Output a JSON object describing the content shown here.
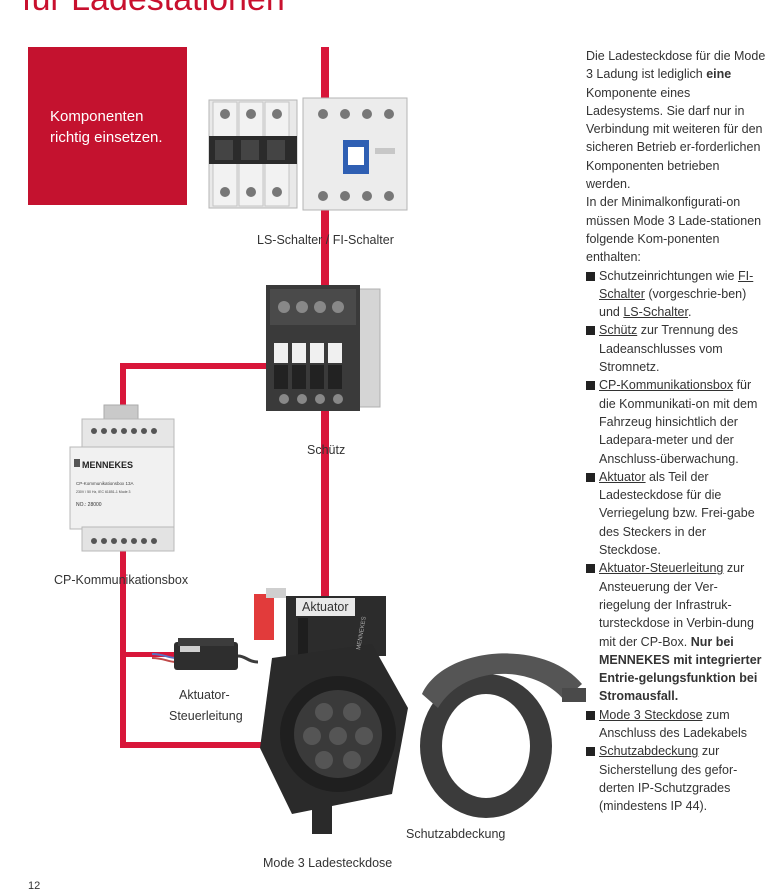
{
  "heading": "für Ladestationen",
  "red_box": {
    "line1": "Komponenten",
    "line2": "richtig einsetzen."
  },
  "labels": {
    "ls_fi": "LS-Schalter / FI-Schalter",
    "schuetz": "Schütz",
    "cp_box": "CP-Kommunikationsbox",
    "aktuator": "Aktuator",
    "aktuator_steuer_1": "Aktuator-",
    "aktuator_steuer_2": "Steuerleitung",
    "schutzabdeckung": "Schutzabdeckung",
    "mode3": "Mode 3 Ladesteckdose"
  },
  "device_text": {
    "mennekes": "MENNEKES",
    "cp_small": "CP-Kommunikationsbox 13A",
    "cp_small2": "230V / 50 Hz, IEC 61851-1 Mode 3",
    "no": "NO.: 28000",
    "socket_brand": "MENNEKES"
  },
  "body": {
    "p1_before": "Die Ladesteckdose für die Mode 3 Ladung ist lediglich",
    "p1_bold": "eine",
    "p1_after": "Komponente eines Ladesystems. Sie darf nur in Verbindung mit weiteren für den sicheren Betrieb er-forderlichen Komponenten betrieben werden.",
    "p2": "In der Minimalkonfigurati-on müssen Mode 3 Lade-stationen folgende Kom-ponenten enthalten:",
    "items": [
      {
        "prefix": "Schutzeinrichtungen wie",
        "link1": "FI-Schalter",
        "mid": "(vorgeschrie-ben) und",
        "link2": "LS-Schalter",
        "suffix": "."
      },
      {
        "link": "Schütz",
        "text": "zur Trennung des Ladeanschlusses vom Stromnetz."
      },
      {
        "link": "CP-Kommunikationsbox",
        "text": "für die Kommunikati-on mit dem Fahrzeug hinsichtlich der Ladepara-meter und der Anschluss-überwachung."
      },
      {
        "link": "Aktuator",
        "text": "als Teil der Ladesteckdose für die Verriegelung bzw. Frei-gabe des Steckers in der Steckdose."
      },
      {
        "link": "Aktuator-Steuerleitung",
        "text": "zur Ansteuerung der Ver-riegelung der Infrastruk-tursteckdose in Verbin-dung mit der CP-Box.",
        "bold": "Nur bei MENNEKES mit integrierter Entrie-gelungsfunktion bei Stromausfall."
      },
      {
        "link": "Mode 3 Steckdose",
        "text": "zum Anschluss des Ladekabels"
      },
      {
        "link": "Schutzabdeckung",
        "text": "zur Sicherstellung des gefor-derten IP-Schutzgrades (mindestens IP 44)."
      }
    ]
  },
  "page_number": "12",
  "colors": {
    "accent_red": "#c4122f",
    "wire_red": "#d8163a"
  }
}
